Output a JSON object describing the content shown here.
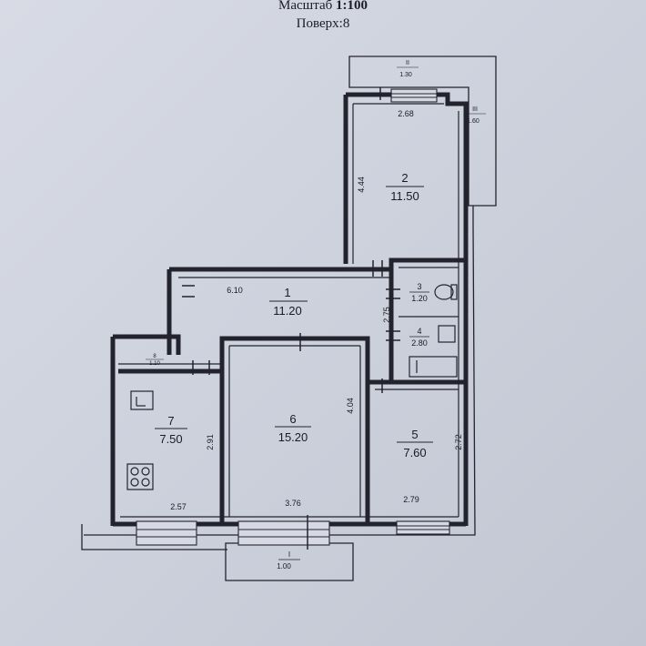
{
  "header": {
    "scale_label": "Масштаб",
    "scale_value": "1:100",
    "floor_label": "Поверх:8"
  },
  "rooms": [
    {
      "number": "1",
      "area": "11.20"
    },
    {
      "number": "2",
      "area": "11.50"
    },
    {
      "number": "3",
      "area": "1.20"
    },
    {
      "number": "4",
      "area": "2.80"
    },
    {
      "number": "5",
      "area": "7.60"
    },
    {
      "number": "6",
      "area": "15.20"
    },
    {
      "number": "7",
      "area": "7.50"
    },
    {
      "number": "8",
      "area": "1.10"
    }
  ],
  "balconies": [
    {
      "number": "I",
      "area": "1.00"
    },
    {
      "number": "II",
      "area": "1.30"
    },
    {
      "number": "III",
      "area": "1.60"
    }
  ],
  "dimensions": {
    "d_268": "2.68",
    "d_444": "4.44",
    "d_610": "6.10",
    "d_275": "2.75",
    "d_404": "4.04",
    "d_291": "2.91",
    "d_272": "2.72",
    "d_257": "2.57",
    "d_376": "3.76",
    "d_279": "2.79"
  }
}
